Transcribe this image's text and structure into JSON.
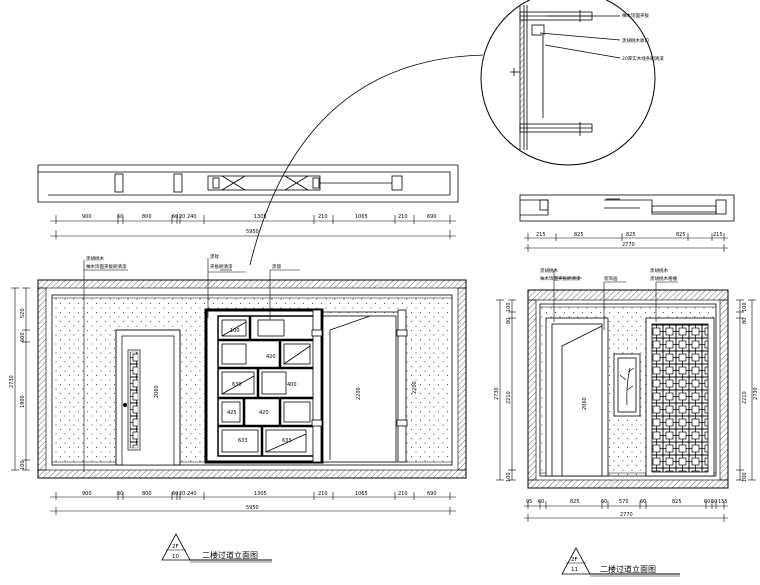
{
  "drawings": {
    "left_elevation": {
      "title": "二楼过道立面图",
      "tag_top": "2F",
      "tag_bottom": "10",
      "plan_dims": [
        "900",
        "60",
        "800",
        "60",
        "20",
        "240",
        "1305",
        "210",
        "1065",
        "210",
        "690"
      ],
      "plan_total": "5950",
      "bottom_dims": [
        "900",
        "60",
        "800",
        "60",
        "20",
        "240",
        "1305",
        "210",
        "1065",
        "210",
        "690"
      ],
      "bottom_total": "5950",
      "left_dims": [
        "520",
        "600",
        "1900",
        "100"
      ],
      "left_total": "2730",
      "door_height": "2060",
      "opening_height": "2200",
      "right_dim": "2200",
      "shelf_dims": [
        "100",
        "420",
        "630",
        "400",
        "425",
        "420",
        "633",
        "633"
      ],
      "notes": [
        "黑胡桃木",
        "柚木饰面夹板刷清漆",
        "黑钛",
        "夹板刷清漆",
        "黑镜"
      ]
    },
    "right_elevation": {
      "title": "二楼过道立面图",
      "tag_top": "2F",
      "tag_bottom": "11",
      "plan_dims": [
        "215",
        "825",
        "825",
        "825",
        "215"
      ],
      "plan_total": "2770",
      "bottom_dims": [
        "95",
        "60",
        "825",
        "60",
        "570",
        "60",
        "825",
        "60",
        "60",
        "155"
      ],
      "bottom_total": "2770",
      "left_dims": [
        "100",
        "80",
        "2210",
        "100"
      ],
      "left_total": "2730",
      "door_height": "2060",
      "right_dims": [
        "100",
        "80",
        "2210",
        "100"
      ],
      "right_total": "2730",
      "notes": [
        "黑胡桃木",
        "柚木饰面夹板刷清漆",
        "装饰画",
        "黑胡桃木",
        "黑胡桃木格栅"
      ]
    },
    "detail": {
      "notes": [
        "柚木饰面夹板",
        "黑胡桃木收口",
        "20厚实木线条刷清漆"
      ]
    }
  }
}
